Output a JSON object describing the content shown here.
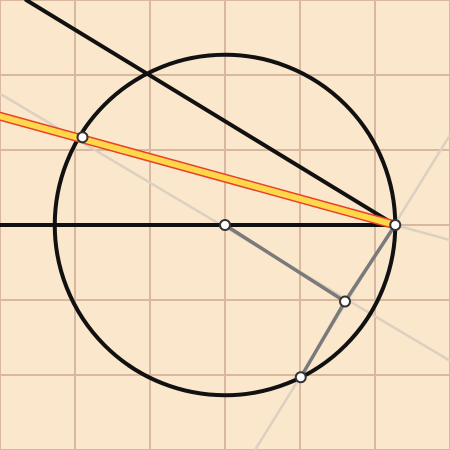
{
  "colors": {
    "background": "#fbe7cb",
    "grid": "#d9b8a0",
    "construction_line": "#dcd0c0",
    "primary_line": "#111111",
    "segment": "#7a7a7a",
    "highlight_fill": "#ffd84a",
    "highlight_edge": "#e8402a",
    "point_fill": "#ffffff",
    "point_stroke": "#333333"
  },
  "board": {
    "x_range": [
      -3,
      3
    ],
    "y_range": [
      -3,
      3
    ]
  },
  "grid": {
    "step": 1
  },
  "circle": {
    "center": [
      0,
      0
    ],
    "radius": 2.27
  },
  "points": [
    {
      "id": "center",
      "x": 0,
      "y": 0
    },
    {
      "id": "right",
      "x": 2.27,
      "y": 0
    },
    {
      "id": "upper-left",
      "x": -1.9,
      "y": 1.17
    },
    {
      "id": "lower",
      "x": 1.01,
      "y": -2.03
    },
    {
      "id": "middle",
      "x": 1.6,
      "y": -1.02
    }
  ],
  "lines": [
    {
      "id": "horizontal-line",
      "from": [
        -3.0,
        0
      ],
      "to": [
        2.27,
        0
      ],
      "kind": "primary"
    },
    {
      "id": "diagonal-line",
      "from": [
        -2.65,
        3.0
      ],
      "to": [
        2.27,
        0
      ],
      "kind": "primary"
    },
    {
      "id": "faint-line-a",
      "from": [
        -3.0,
        1.75
      ],
      "to": [
        3.0,
        -1.81
      ],
      "kind": "construction"
    },
    {
      "id": "faint-line-b",
      "from": [
        0.4,
        -3.0
      ],
      "to": [
        3.0,
        1.2
      ],
      "kind": "construction"
    },
    {
      "id": "faint-line-c",
      "from": [
        2.27,
        0
      ],
      "to": [
        3.0,
        -0.2
      ],
      "kind": "construction"
    }
  ],
  "segments": [
    {
      "id": "segment-center-middle",
      "from": [
        0,
        0
      ],
      "to": [
        1.6,
        -1.02
      ]
    },
    {
      "id": "segment-middle-lower",
      "from": [
        1.6,
        -1.02
      ],
      "to": [
        1.01,
        -2.03
      ]
    },
    {
      "id": "segment-right-middle",
      "from": [
        2.27,
        0
      ],
      "to": [
        1.6,
        -1.02
      ]
    }
  ],
  "highlight": {
    "id": "highlighted-line",
    "from": [
      -3.0,
      1.45
    ],
    "to": [
      2.27,
      0
    ]
  }
}
